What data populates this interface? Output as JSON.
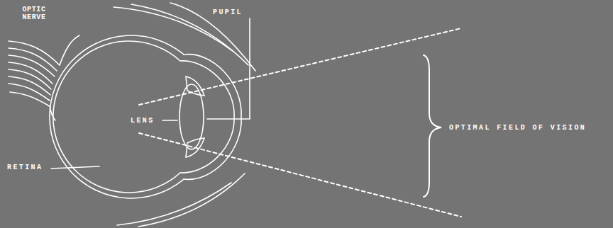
{
  "diagram": {
    "labels": [
      "OPTIC NERVE",
      "PUPIL",
      "LENS",
      "RETINA",
      "OPTIMAL FIELD OF VISION"
    ]
  }
}
